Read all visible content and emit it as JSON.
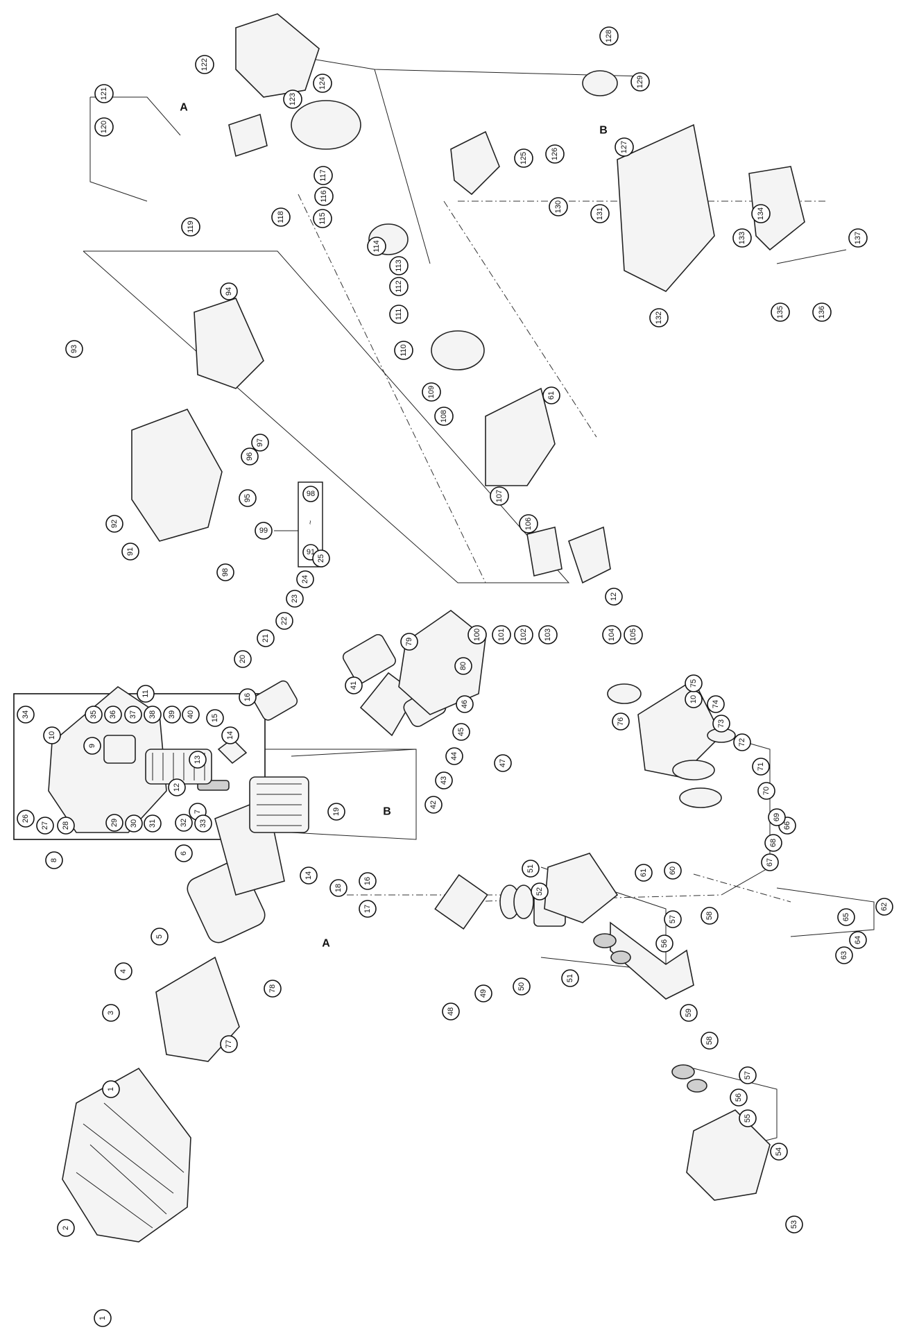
{
  "diagram": {
    "part_numbers": [
      "1",
      "2",
      "3",
      "4",
      "5",
      "6",
      "7",
      "8",
      "9",
      "10",
      "11",
      "12",
      "13",
      "14",
      "15",
      "16",
      "17",
      "18",
      "19",
      "20",
      "21",
      "22",
      "23",
      "24",
      "25",
      "26",
      "27",
      "28",
      "29",
      "30",
      "31",
      "32",
      "33",
      "34",
      "35",
      "36",
      "37",
      "38",
      "39",
      "40",
      "41",
      "42",
      "43",
      "44",
      "45",
      "46",
      "47",
      "48",
      "49",
      "50",
      "51",
      "52",
      "53",
      "54",
      "55",
      "56",
      "57",
      "58",
      "59",
      "60",
      "61",
      "62",
      "63",
      "64",
      "65",
      "66",
      "67",
      "68",
      "69",
      "70",
      "71",
      "72",
      "73",
      "74",
      "75",
      "76",
      "77",
      "78",
      "79",
      "80",
      "91",
      "92",
      "93",
      "94",
      "95",
      "96",
      "97",
      "98",
      "99",
      "100",
      "101",
      "102",
      "103",
      "104",
      "105",
      "106",
      "107",
      "108",
      "109",
      "110",
      "111",
      "112",
      "113",
      "114",
      "115",
      "116",
      "117",
      "118",
      "119",
      "120",
      "121",
      "122",
      "123",
      "124",
      "125",
      "126",
      "127",
      "128",
      "129",
      "130",
      "131",
      "132",
      "133",
      "134",
      "135",
      "136",
      "137"
    ],
    "connection_letters": [
      "A",
      "B"
    ],
    "kit_range": {
      "id": "99",
      "from": "91",
      "separator": "~",
      "to": "98"
    }
  }
}
